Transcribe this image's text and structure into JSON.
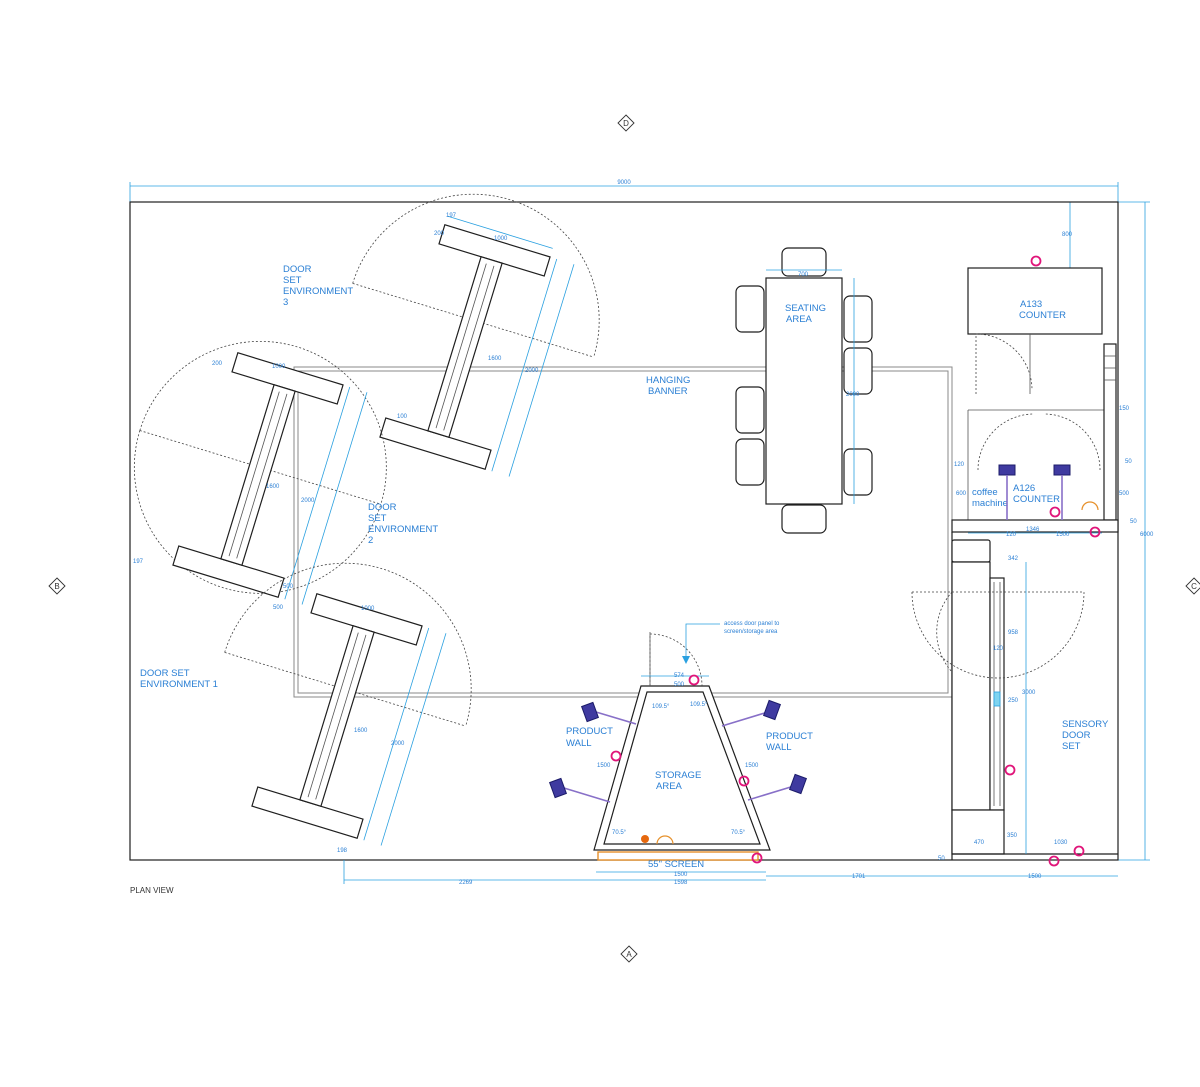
{
  "view_label": "PLAN VIEW",
  "grid_refs": {
    "top": "D",
    "bottom": "A",
    "left": "B",
    "right": "C"
  },
  "zones": {
    "door_set_3": [
      "DOOR",
      "SET",
      "ENVIRONMENT",
      "3"
    ],
    "door_set_2": [
      "DOOR",
      "SET",
      "ENVIRONMENT",
      "2"
    ],
    "door_set_1": [
      "DOOR SET",
      "ENVIRONMENT 1"
    ],
    "hanging_banner": [
      "HANGING",
      "BANNER"
    ],
    "seating_area": [
      "SEATING",
      "AREA"
    ],
    "a133_counter": [
      "A133",
      "COUNTER"
    ],
    "a126_counter": [
      "A126",
      "COUNTER"
    ],
    "coffee_machine": [
      "coffee",
      "machine"
    ],
    "product_wall_left": [
      "PRODUCT",
      "WALL"
    ],
    "product_wall_right": [
      "PRODUCT",
      "WALL"
    ],
    "storage_area": [
      "STORAGE",
      "AREA"
    ],
    "screen": "55\" SCREEN",
    "sensory_door_set": [
      "SENSORY",
      "DOOR",
      "SET"
    ],
    "access_note": [
      "access door panel to",
      "screen/storage area"
    ]
  },
  "dimensions": {
    "overall_width": "9000",
    "overall_depth": "6000",
    "right_top": "800",
    "seating_w": "700",
    "seating_l": "2000",
    "door3_a": "197",
    "door3_b": "200",
    "door3_c": "1000",
    "door3_d": "1600",
    "door3_e": "2000",
    "door3_f": "100",
    "door2_a": "200",
    "door2_b": "1000",
    "door2_c": "1600",
    "door2_d": "2000",
    "door2_e": "197",
    "door2_f": "500",
    "door2_g": "500",
    "door1_a": "1000",
    "door1_b": "1600",
    "door1_c": "2000",
    "door1_d": "198",
    "bottom_left": "2269",
    "bottom_right": "1701",
    "bottom_far_right": "1500",
    "screen_a": "1500",
    "screen_b": "1598",
    "storage_top_a": "574",
    "storage_top_b": "500",
    "angle_top_l": "109.5°",
    "angle_top_r": "109.5°",
    "angle_bot_l": "70.5°",
    "angle_bot_r": "70.5°",
    "storage_side_l": "1500",
    "storage_side_r": "1500",
    "counter_w": "1346",
    "counter_a": "120",
    "counter_b": "1500",
    "counter_c": "600",
    "counter_d": "500",
    "counter_e": "50",
    "counter_f": "150",
    "counter_g": "50",
    "counter_h": "120",
    "sens_a": "342",
    "sens_b": "958",
    "sens_c": "120",
    "sens_d": "250",
    "sens_e": "3000",
    "sens_f": "350",
    "sens_g": "470",
    "sens_h": "1030",
    "sens_i": "50"
  }
}
